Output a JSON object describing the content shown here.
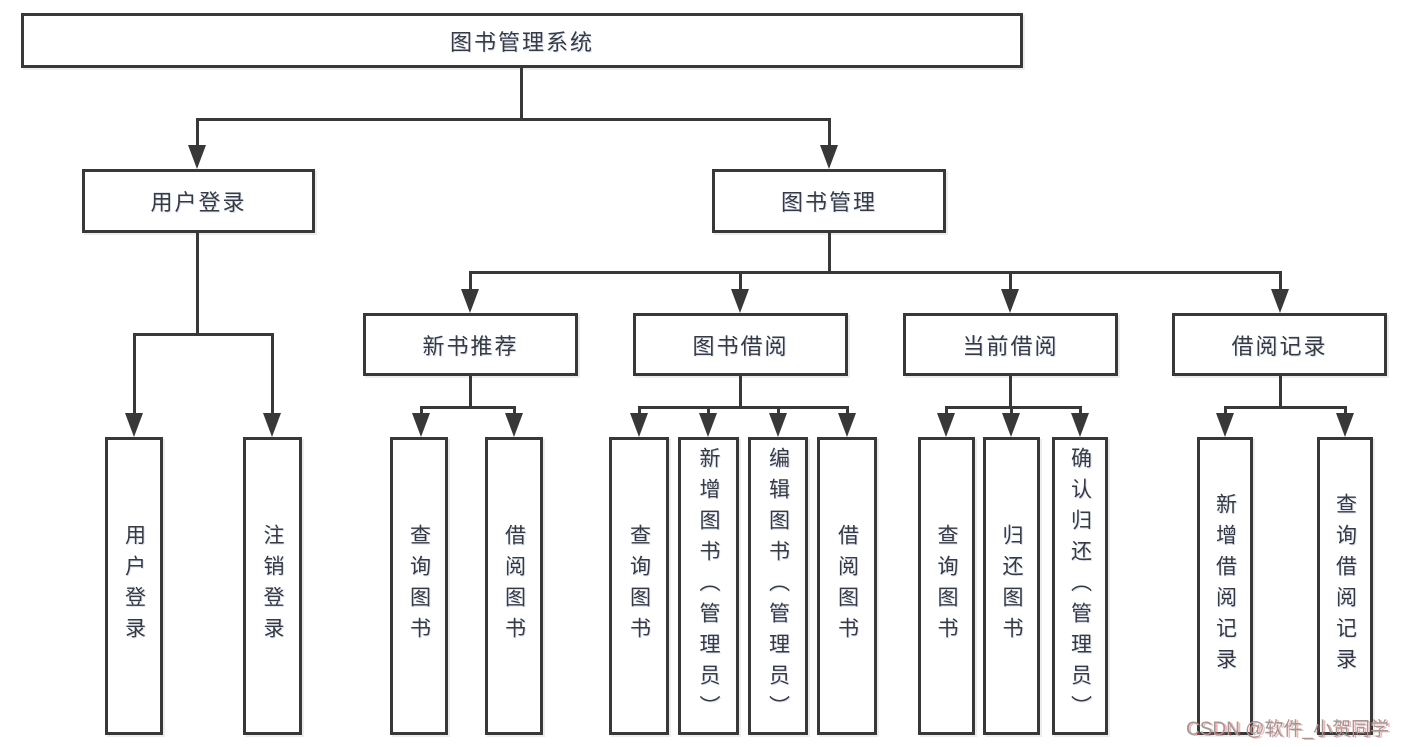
{
  "nodes": {
    "root": "图书管理系统",
    "user_login": "用户登录",
    "book_mgmt": "图书管理",
    "new_book_rec": "新书推荐",
    "book_borrow": "图书借阅",
    "current_borrow": "当前借阅",
    "borrow_records": "借阅记录",
    "leaf_user_login": "用户登录",
    "leaf_logout": "注销登录",
    "leaf_query_book_1": "查询图书",
    "leaf_borrow_book_1": "借阅图书",
    "leaf_query_book_2": "查询图书",
    "leaf_add_book_admin": "新增图书（管理员）",
    "leaf_edit_book_admin": "编辑图书（管理员）",
    "leaf_borrow_book_2": "借阅图书",
    "leaf_query_book_3": "查询图书",
    "leaf_return_book": "归还图书",
    "leaf_confirm_return_admin": "确认归还（管理员）",
    "leaf_add_borrow_record": "新增借阅记录",
    "leaf_query_borrow_record": "查询借阅记录"
  },
  "watermark": "CSDN @软件_小贺同学",
  "colors": {
    "line": "#383838",
    "box_border": "#383838",
    "text": "#3a3a3a",
    "watermark": "#9b9b9b",
    "background": "#ffffff"
  }
}
